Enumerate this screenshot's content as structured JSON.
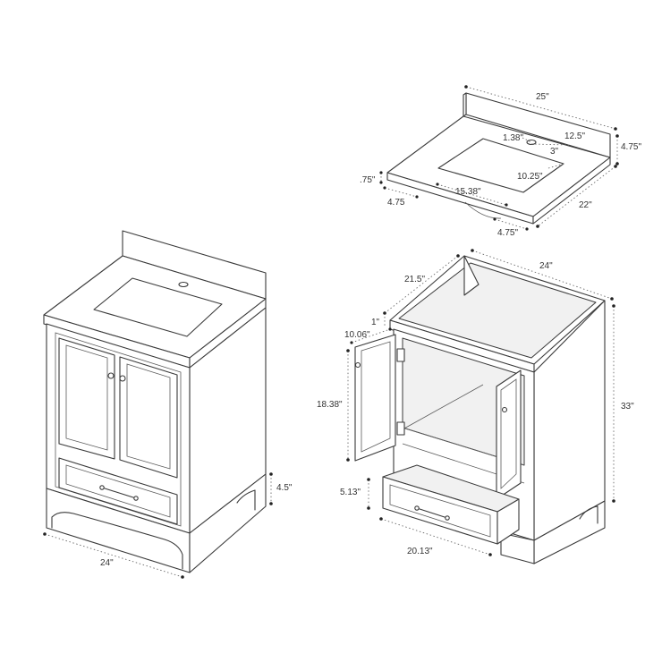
{
  "top_view": {
    "width": "25\"",
    "backsplash_height": "4.75\"",
    "depth": "22\"",
    "faucet_hole_offset": "1.38\"",
    "faucet_to_edge": "12.5\"",
    "faucet_hole_spread": "3\"",
    "sink_depth": "10.25\"",
    "sink_width": "15.38\"",
    "top_thickness": ".75\"",
    "left_margin": "4.75",
    "right_margin": "4.75\""
  },
  "front_view": {
    "width": "24\"",
    "drawer_height": "4.5\""
  },
  "open_view": {
    "width": "24\"",
    "depth": "21.5\"",
    "frame": "1\"",
    "door_width": "10.06\"",
    "door_height": "18.38\"",
    "height": "33\"",
    "drawer_height": "5.13\"",
    "drawer_width": "20.13\""
  }
}
